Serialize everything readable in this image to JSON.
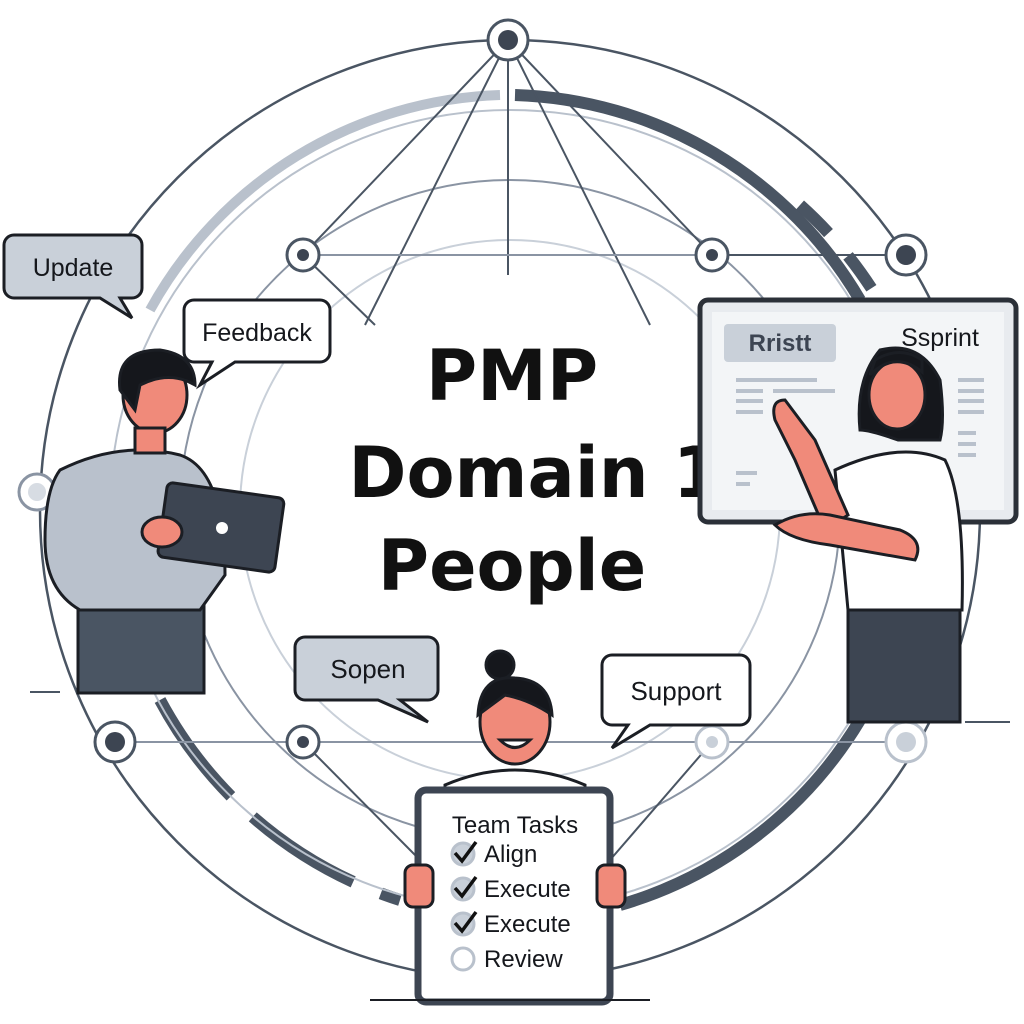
{
  "title": {
    "line1": "PMP",
    "line2": "Domain 1",
    "line3": "People"
  },
  "bubbles": {
    "update": "Update",
    "feedback": "Feedback",
    "sopen": "Sopen",
    "support": "Support"
  },
  "board": {
    "tag": "Rristt",
    "heading": "Ssprint"
  },
  "tasks": {
    "heading": "Team Tasks",
    "items": [
      {
        "label": "Align",
        "done": true
      },
      {
        "label": "Execute",
        "done": true
      },
      {
        "label": "Execute",
        "done": true
      },
      {
        "label": "Review",
        "done": false
      }
    ]
  },
  "colors": {
    "ring": "#4a5563",
    "ringLight": "#b9c1cc",
    "skin": "#f08a7a",
    "bubbleFill": "#c9d0d9"
  }
}
